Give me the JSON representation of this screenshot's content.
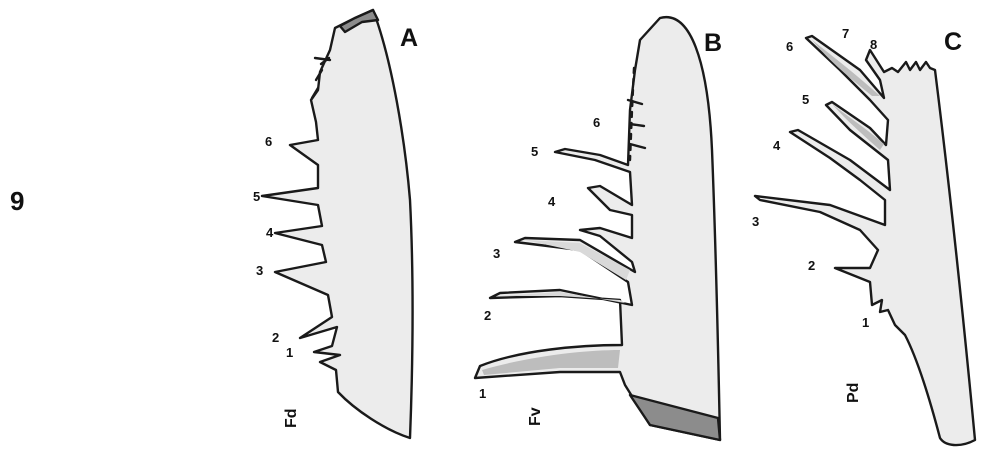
{
  "figure": {
    "number": "9",
    "panels": [
      {
        "id": "A",
        "label": "A",
        "part": "Fd",
        "teeth": [
          "1",
          "2",
          "3",
          "4",
          "5",
          "6"
        ]
      },
      {
        "id": "B",
        "label": "B",
        "part": "Fv",
        "teeth": [
          "1",
          "2",
          "3",
          "4",
          "5",
          "6"
        ]
      },
      {
        "id": "C",
        "label": "C",
        "part": "Pd",
        "teeth": [
          "1",
          "2",
          "3",
          "4",
          "5",
          "6",
          "7",
          "8"
        ]
      }
    ]
  },
  "colors": {
    "outline": "#1a1a1a",
    "body": "#ececec",
    "shaded_dark": "#8c8c8c",
    "shaded_mid": "#bdbdbd"
  }
}
